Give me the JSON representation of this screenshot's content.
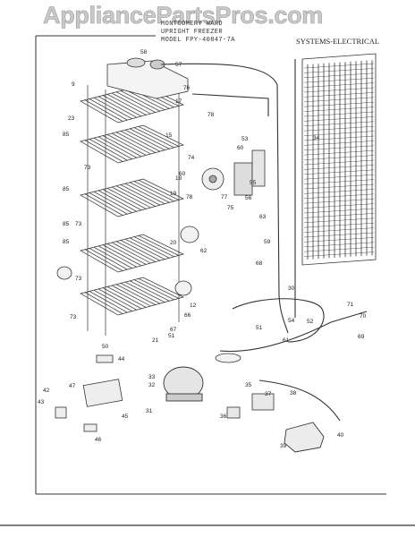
{
  "watermark": "AppliancePartsPros.com",
  "header": {
    "line1": "MONTGOMERY WARD",
    "line2": "UPRIGHT FREEZER",
    "line3": "MODEL FPY-40847-7A"
  },
  "section_title": "SYSTEMS-ELECTRICAL",
  "parts": [
    {
      "num": "58"
    },
    {
      "num": "57"
    },
    {
      "num": "9"
    },
    {
      "num": "76"
    },
    {
      "num": "17"
    },
    {
      "num": "78"
    },
    {
      "num": "23"
    },
    {
      "num": "85"
    },
    {
      "num": "15"
    },
    {
      "num": "73"
    },
    {
      "num": "18"
    },
    {
      "num": "53"
    },
    {
      "num": "60"
    },
    {
      "num": "74"
    },
    {
      "num": "34"
    },
    {
      "num": "60"
    },
    {
      "num": "55"
    },
    {
      "num": "85"
    },
    {
      "num": "19"
    },
    {
      "num": "78"
    },
    {
      "num": "77"
    },
    {
      "num": "56"
    },
    {
      "num": "75"
    },
    {
      "num": "63"
    },
    {
      "num": "85"
    },
    {
      "num": "73"
    },
    {
      "num": "85"
    },
    {
      "num": "20"
    },
    {
      "num": "62"
    },
    {
      "num": "59"
    },
    {
      "num": "68"
    },
    {
      "num": "73"
    },
    {
      "num": "30"
    },
    {
      "num": "71"
    },
    {
      "num": "12"
    },
    {
      "num": "73"
    },
    {
      "num": "66"
    },
    {
      "num": "54"
    },
    {
      "num": "52"
    },
    {
      "num": "70"
    },
    {
      "num": "51"
    },
    {
      "num": "67"
    },
    {
      "num": "51"
    },
    {
      "num": "61"
    },
    {
      "num": "69"
    },
    {
      "num": "21"
    },
    {
      "num": "50"
    },
    {
      "num": "44"
    },
    {
      "num": "33"
    },
    {
      "num": "32"
    },
    {
      "num": "35"
    },
    {
      "num": "37"
    },
    {
      "num": "38"
    },
    {
      "num": "42"
    },
    {
      "num": "47"
    },
    {
      "num": "43"
    },
    {
      "num": "36"
    },
    {
      "num": "45"
    },
    {
      "num": "31"
    },
    {
      "num": "46"
    },
    {
      "num": "40"
    },
    {
      "num": "39"
    }
  ]
}
